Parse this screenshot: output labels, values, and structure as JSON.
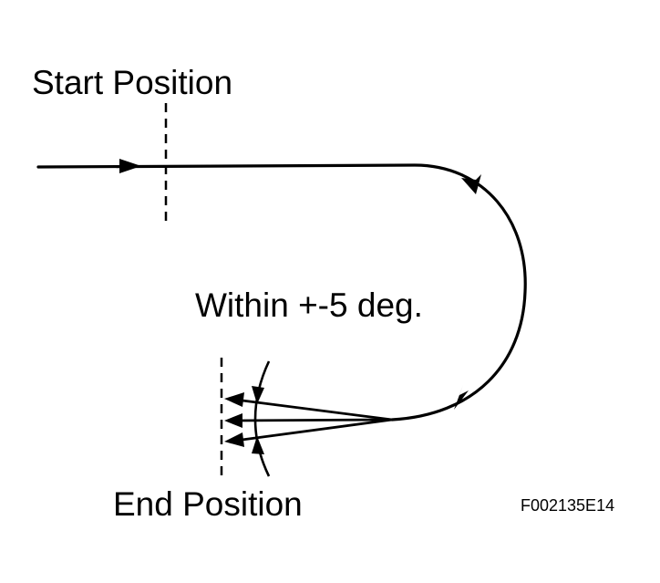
{
  "labels": {
    "start_position": "Start Position",
    "tolerance": "Within +-5 deg.",
    "end_position": "End Position",
    "figure_code": "F002135E14"
  },
  "colors": {
    "ink": "#000000",
    "background": "#ffffff"
  },
  "elements": {
    "path": "u-turn-path",
    "start_marker": "dashed-line",
    "end_marker": "dashed-line",
    "arrows": "arrowhead"
  }
}
